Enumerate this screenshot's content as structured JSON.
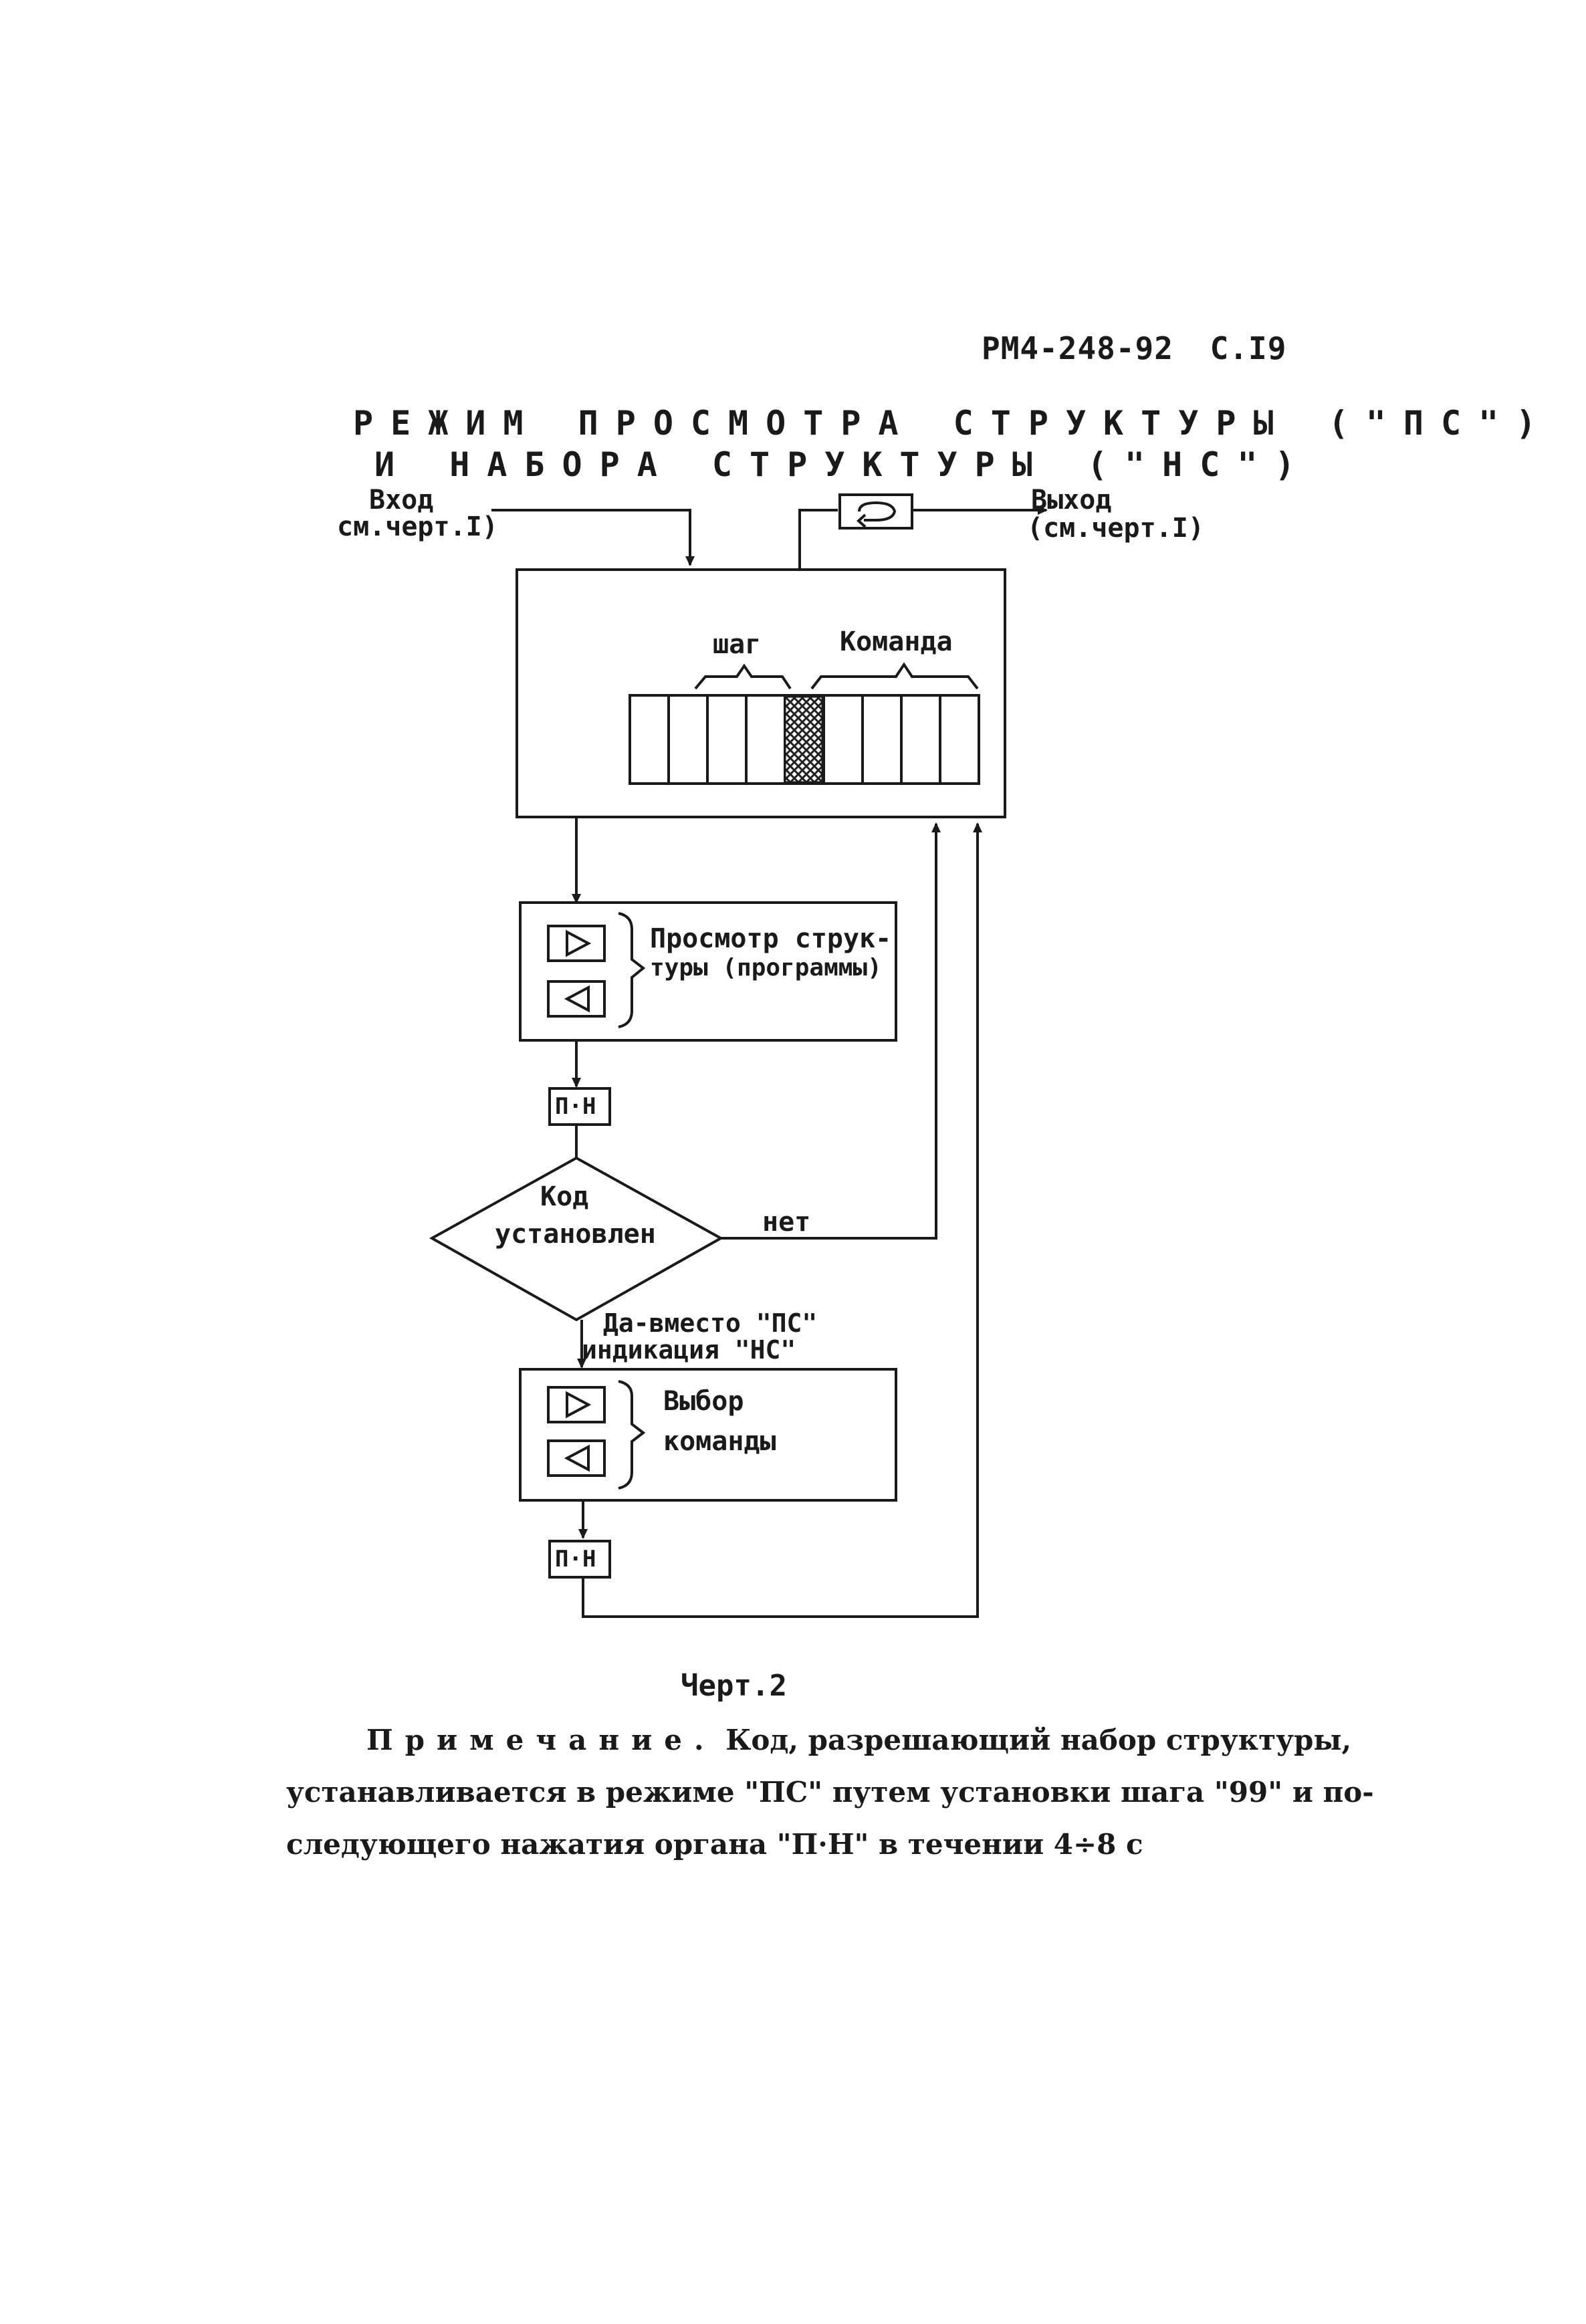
{
  "header": {
    "doc_ref": "РМ4-248-92",
    "page": "С.I9"
  },
  "title": {
    "line1": "РЕЖИМ ПРОСМОТРА СТРУКТУРЫ (\"ПС\")",
    "line2": "И НАБОРА СТРУКТУРЫ (\"НС\")"
  },
  "diagram": {
    "input_label": "Вход",
    "input_ref": "см.черт.I)",
    "output_label": "Выход",
    "output_ref": "(см.черт.I)",
    "step_label": "шаг",
    "command_label": "Команда",
    "view_block_line1": "Просмотр струк-",
    "view_block_line2": "туры (программы)",
    "pn_key": "П·Н",
    "decision_line1": "Код",
    "decision_line2": "установлен",
    "no_label": "нет",
    "yes_line1": "Да-вместо \"ПС\"",
    "yes_line2": "индикация \"НС\"",
    "select_block_line1": "Выбор",
    "select_block_line2": "команды",
    "arrow_right_key": "forward-triangle-key-icon",
    "arrow_left_key": "back-triangle-key-icon",
    "loop_key": "loop-arrow-key-icon"
  },
  "caption": "Черт.2",
  "note": {
    "prefix": "Примечание.",
    "line1": "Код, разрешающий набор структуры,",
    "line2": "устанавливается в режиме \"ПС\" путем установки шага \"99\" и по-",
    "line3": "следующего нажатия органа \"П·Н\" в течении 4÷8 с"
  }
}
